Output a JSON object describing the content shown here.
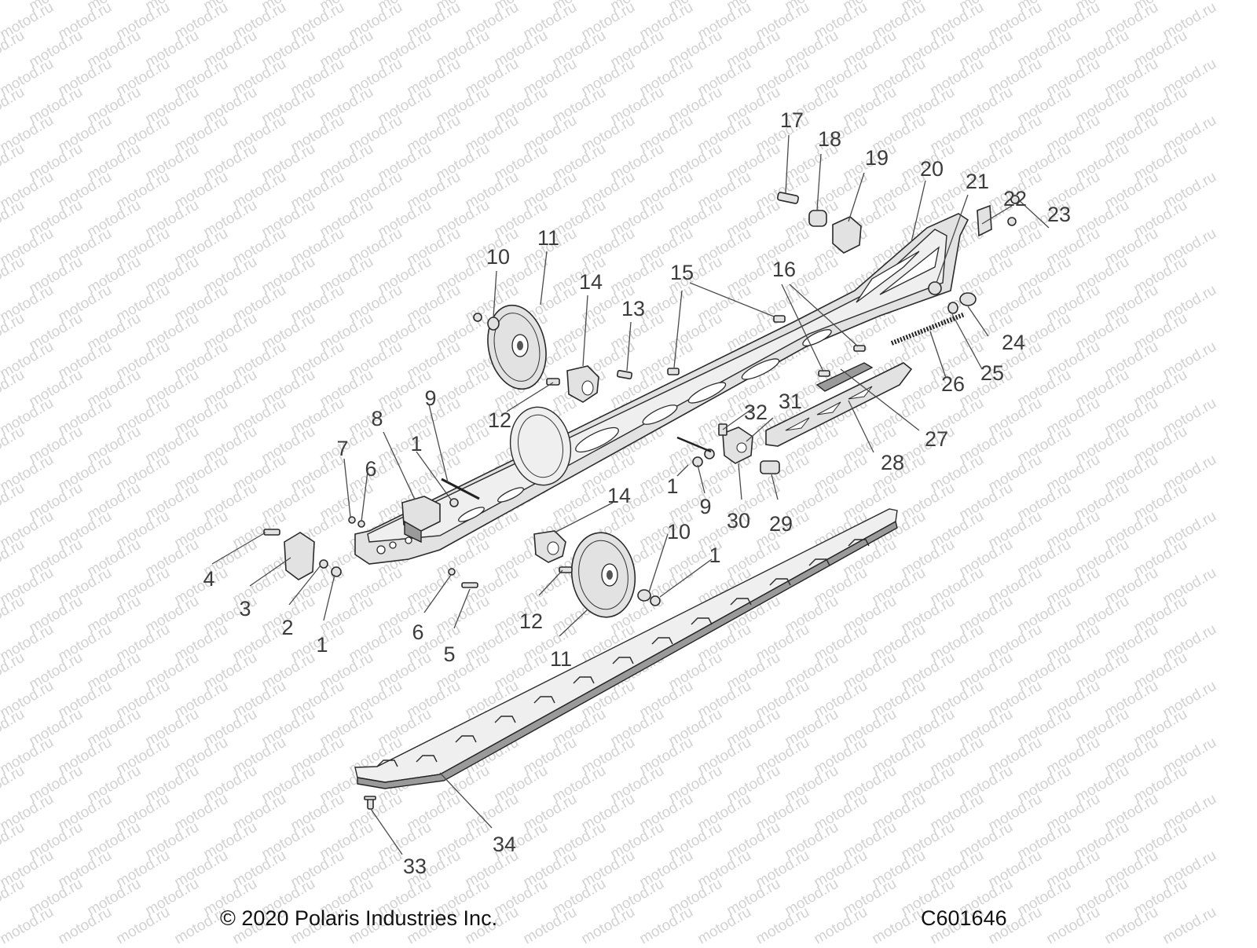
{
  "watermark": {
    "text": "motod.ru"
  },
  "footer": {
    "copyright": "© 2020 Polaris Industries Inc.",
    "code": "C601646"
  },
  "callouts": [
    {
      "id": "c17",
      "text": "17"
    },
    {
      "id": "c18",
      "text": "18"
    },
    {
      "id": "c19",
      "text": "19"
    },
    {
      "id": "c20",
      "text": "20"
    },
    {
      "id": "c21",
      "text": "21"
    },
    {
      "id": "c22",
      "text": "22"
    },
    {
      "id": "c23",
      "text": "23"
    },
    {
      "id": "c10a",
      "text": "10"
    },
    {
      "id": "c11a",
      "text": "11"
    },
    {
      "id": "c14a",
      "text": "14"
    },
    {
      "id": "c13",
      "text": "13"
    },
    {
      "id": "c15",
      "text": "15"
    },
    {
      "id": "c16",
      "text": "16"
    },
    {
      "id": "c24",
      "text": "24"
    },
    {
      "id": "c25",
      "text": "25"
    },
    {
      "id": "c26",
      "text": "26"
    },
    {
      "id": "c12a",
      "text": "12"
    },
    {
      "id": "c27",
      "text": "27"
    },
    {
      "id": "c32",
      "text": "32"
    },
    {
      "id": "c31",
      "text": "31"
    },
    {
      "id": "c9a",
      "text": "9"
    },
    {
      "id": "c8",
      "text": "8"
    },
    {
      "id": "c1a",
      "text": "1"
    },
    {
      "id": "c7",
      "text": "7"
    },
    {
      "id": "c6a",
      "text": "6"
    },
    {
      "id": "c28",
      "text": "28"
    },
    {
      "id": "c1b",
      "text": "1"
    },
    {
      "id": "c9b",
      "text": "9"
    },
    {
      "id": "c14b",
      "text": "14"
    },
    {
      "id": "c30",
      "text": "30"
    },
    {
      "id": "c29",
      "text": "29"
    },
    {
      "id": "c10b",
      "text": "10"
    },
    {
      "id": "c1c",
      "text": "1"
    },
    {
      "id": "c4",
      "text": "4"
    },
    {
      "id": "c3",
      "text": "3"
    },
    {
      "id": "c2",
      "text": "2"
    },
    {
      "id": "c1d",
      "text": "1"
    },
    {
      "id": "c12b",
      "text": "12"
    },
    {
      "id": "c6b",
      "text": "6"
    },
    {
      "id": "c5",
      "text": "5"
    },
    {
      "id": "c11b",
      "text": "11"
    },
    {
      "id": "c34",
      "text": "34"
    },
    {
      "id": "c33",
      "text": "33"
    }
  ]
}
